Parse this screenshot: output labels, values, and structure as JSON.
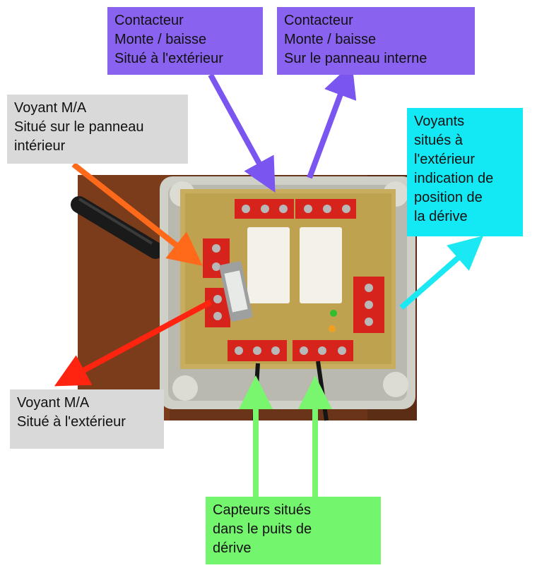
{
  "labels": {
    "contactor_outside": "Contacteur\nMonte / baisse\nSitué à l'extérieur",
    "contactor_inside": "Contacteur\nMonte / baisse\nSur le panneau interne",
    "lamp_inside": "Voyant M/A\nSitué sur le panneau\nintérieur",
    "lamps_outside": "Voyants\nsitués à\nl'extérieur\nindication de\nposition de\nla dérive",
    "lamp_outside": "Voyant M/A\nSitué à l'extérieur",
    "sensors": "Capteurs situés\ndans le puits de\ndérive"
  },
  "colors": {
    "purple": "#8a62f0",
    "gray": "#d9d9d9",
    "cyan": "#12e9f5",
    "green": "#74f56e",
    "orange_arrow": "#ff6a1a",
    "red_arrow": "#ff2410",
    "purple_arrow": "#7b55f0",
    "cyan_arrow": "#1ae8f2",
    "green_arrow": "#7af56e"
  }
}
